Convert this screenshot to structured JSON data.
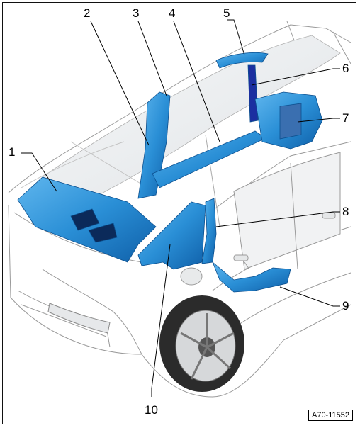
{
  "diagram": {
    "callouts": [
      {
        "id": "c1",
        "label": "1"
      },
      {
        "id": "c2",
        "label": "2"
      },
      {
        "id": "c3",
        "label": "3"
      },
      {
        "id": "c4",
        "label": "4"
      },
      {
        "id": "c5",
        "label": "5"
      },
      {
        "id": "c6",
        "label": "6"
      },
      {
        "id": "c7",
        "label": "7"
      },
      {
        "id": "c8",
        "label": "8"
      },
      {
        "id": "c9",
        "label": "9"
      },
      {
        "id": "c10",
        "label": "10"
      }
    ],
    "reference_code": "A70-11552",
    "colors": {
      "part_fill": "#2a8fd6",
      "part_dark": "#0f5fa8",
      "part_deep": "#1b2fa0",
      "car_line": "#9a9a9a",
      "glass": "#e9ecef"
    }
  }
}
